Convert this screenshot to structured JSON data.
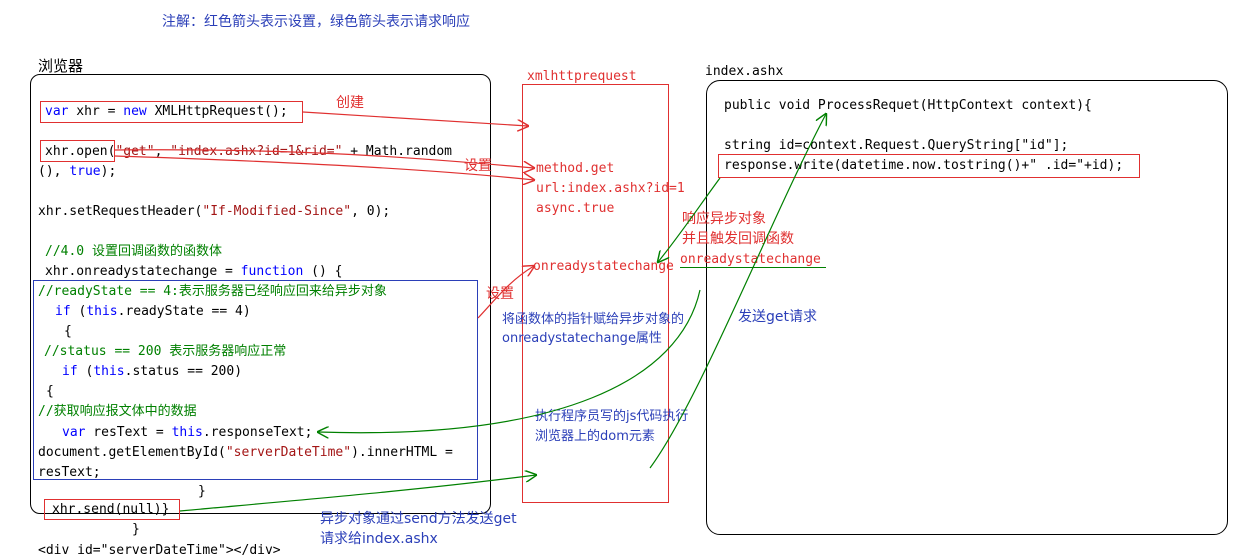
{
  "note": "注解：红色箭头表示设置，绿色箭头表示请求响应",
  "browser": {
    "title": "浏览器",
    "code": {
      "l1_var": "var",
      "l1_rest": " xhr = ",
      "l1_new": "new",
      "l1_type": " XMLHttpRequest();",
      "l2_a": "xhr.open(",
      "l2_s1": "\"get\"",
      "l2_c": ", ",
      "l2_s2": "\"index.ashx?id=1&rid=\"",
      "l2_b": " + Math.random",
      "l3_a": "(), ",
      "l3_true": "true",
      "l3_b": ");",
      "l4_a": "xhr.setRequestHeader(",
      "l4_s1": "\"If-Modified-Since\"",
      "l4_b": ", 0);",
      "l5_cmt": "//4.0 设置回调函数的函数体",
      "l6_a": "xhr.onreadystatechange = ",
      "l6_fn": "function",
      "l6_b": " () {",
      "l7_cmt": "//readyState == 4:表示服务器已经响应回来给异步对象",
      "l8_if": "if",
      "l8_a": " (",
      "l8_this": "this",
      "l8_b": ".readyState == 4)",
      "l9": "{",
      "l10_cmt": "//status == 200 表示服务器响应正常",
      "l11_if": "if",
      "l11_a": " (",
      "l11_this": "this",
      "l11_b": ".status == 200)",
      "l12": "{",
      "l13_cmt": "//获取响应报文体中的数据",
      "l14_var": "var",
      "l14_a": " resText = ",
      "l14_this": "this",
      "l14_b": ".responseText;",
      "l15_a": "document.getElementById(",
      "l15_s": "\"serverDateTime\"",
      "l15_b": ").innerHTML =",
      "l16": "resText;",
      "l17": "}",
      "l18": "xhr.send(null)}",
      "l19": "}",
      "l20": "<div id=\"serverDateTime\"></div>"
    }
  },
  "xhr_box": {
    "title": "xmlhttprequest",
    "method": "method.get",
    "url": "url:index.ashx?id=1",
    "async": "async.true",
    "onready": "onreadystatechange",
    "pointer_text": "将函数体的指针赋给异步对象的onreadystatechange属性",
    "exec_text": "执行程序员写的js代码执行浏览器上的dom元素"
  },
  "server": {
    "title": "index.ashx",
    "line1": "public void ProcessRequet(HttpContext context){",
    "line2": "string id=context.Request.QueryString[\"id\"];",
    "line3": "response.write(datetime.now.tostring()+\" .id=\"+id);"
  },
  "labels": {
    "create": "创建",
    "set1": "设置",
    "set2": "设置",
    "respond1": "响应异步对象",
    "respond2": "并且触发回调函数",
    "respond3": "onreadystatechange",
    "send_get": "发送get请求",
    "send_note1": "异步对象通过send方法发送get",
    "send_note2": "请求给index.ashx"
  },
  "colors": {
    "red": "#e03030",
    "green": "#008000",
    "blue": "#2b3fb8",
    "code_blue": "#0000ff"
  }
}
